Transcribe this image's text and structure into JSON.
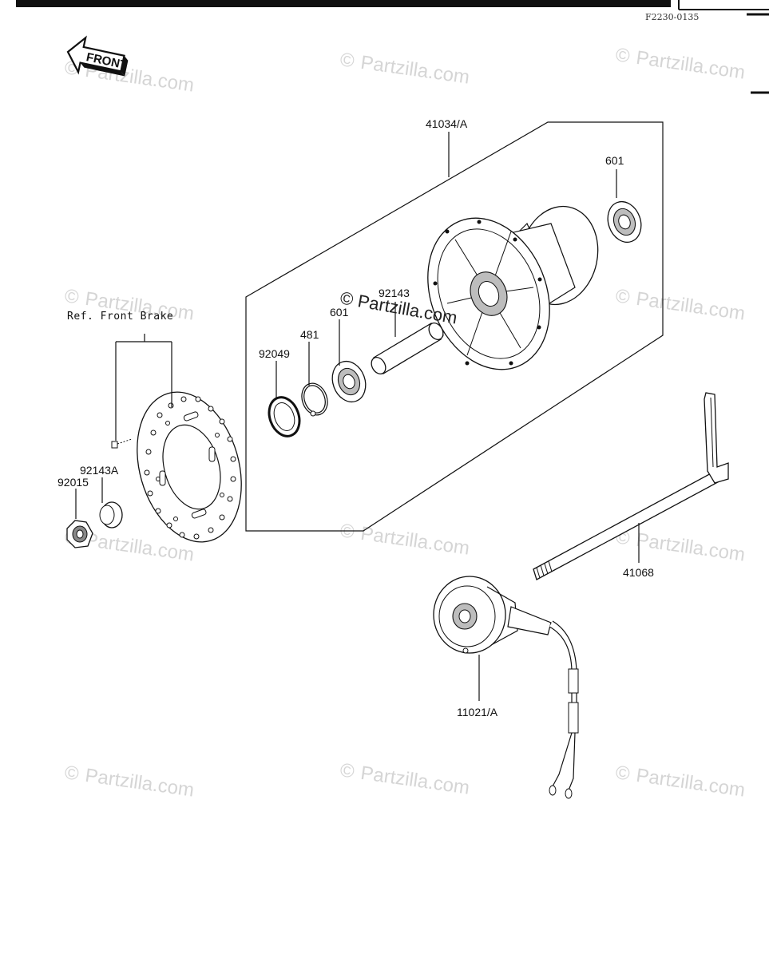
{
  "header": {
    "drawing_code": "F2230-0135"
  },
  "front_arrow": {
    "label": "FRONT"
  },
  "reference": {
    "label": "Ref. Front Brake"
  },
  "parts": [
    {
      "id": "p-41034",
      "number": "41034/A"
    },
    {
      "id": "p-601-right",
      "number": "601"
    },
    {
      "id": "p-92143",
      "number": "92143"
    },
    {
      "id": "p-601-left",
      "number": "601"
    },
    {
      "id": "p-481",
      "number": "481"
    },
    {
      "id": "p-92049",
      "number": "92049"
    },
    {
      "id": "p-92143a",
      "number": "92143A"
    },
    {
      "id": "p-92015",
      "number": "92015"
    },
    {
      "id": "p-41068",
      "number": "41068"
    },
    {
      "id": "p-11021",
      "number": "11021/A"
    }
  ],
  "watermarks": {
    "text": "Partzilla.com",
    "symbol": "©",
    "center_text": "© Partzilla.com"
  }
}
